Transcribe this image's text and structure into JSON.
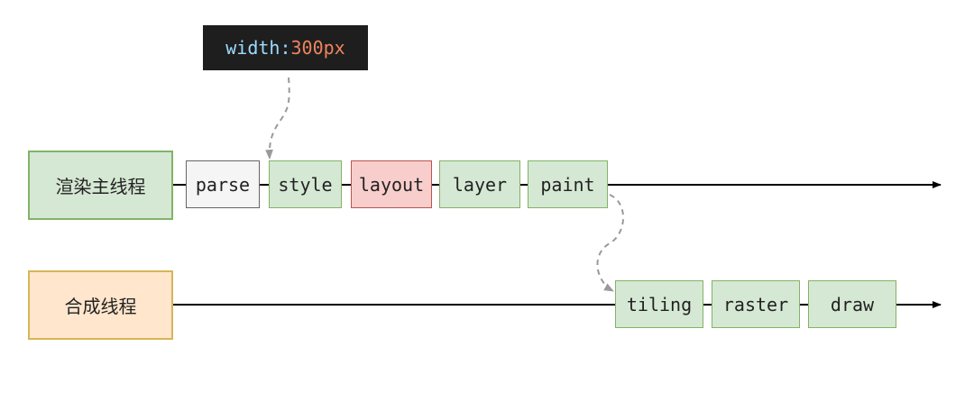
{
  "code_snippet": {
    "property": "width:",
    "value": "300px"
  },
  "main_thread": {
    "label": "渲染主线程",
    "steps": [
      "parse",
      "style",
      "layout",
      "layer",
      "paint"
    ]
  },
  "compositor_thread": {
    "label": "合成线程",
    "steps": [
      "tiling",
      "raster",
      "draw"
    ]
  },
  "colors": {
    "thread_main": "#d5e8d4",
    "thread_compositor": "#ffe6cc",
    "step_default": "#d5e8d4",
    "step_parse": "#f5f5f5",
    "step_highlight": "#f8cecc",
    "code_bg": "#1e1e1e",
    "code_property": "#9cdcfe",
    "code_value": "#f0845e"
  }
}
